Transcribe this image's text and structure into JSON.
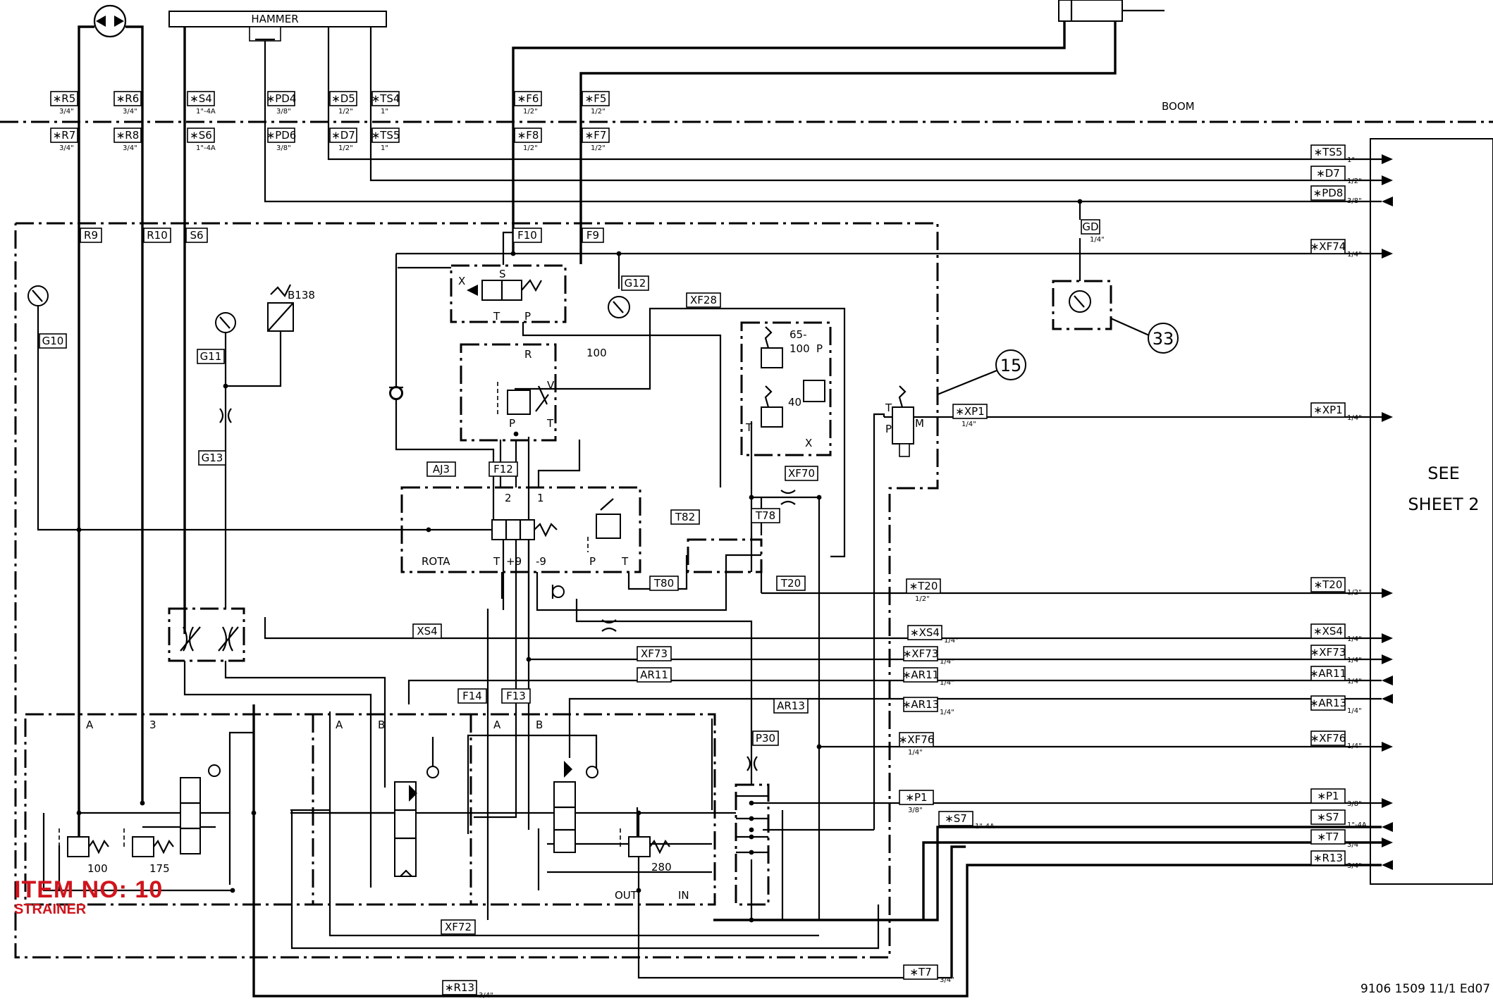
{
  "labels": {
    "hammer": "HAMMER",
    "boom": "BOOM",
    "see_sheet_line1": "SEE",
    "see_sheet_line2": "SHEET 2",
    "rota": "ROTA",
    "strainer_item": "ITEM NO: 10",
    "strainer_label": "STRAINER",
    "doc_number": "9106 1509 11/1 Ed07"
  },
  "top_ports": [
    {
      "label": "∗R5",
      "size": "3/4\""
    },
    {
      "label": "∗R6",
      "size": "3/4\""
    },
    {
      "label": "∗S4",
      "size": "1\"-4A"
    },
    {
      "label": "∗PD4",
      "size": "3/8\""
    },
    {
      "label": "∗D5",
      "size": "1/2\""
    },
    {
      "label": "∗TS4",
      "size": "1\""
    },
    {
      "label": "∗F6",
      "size": "1/2\""
    },
    {
      "label": "∗F5",
      "size": "1/2\""
    },
    {
      "label": "∗R7",
      "size": "3/4\""
    },
    {
      "label": "∗R8",
      "size": "3/4\""
    },
    {
      "label": "∗S6",
      "size": "1\"-4A"
    },
    {
      "label": "∗PD6",
      "size": "3/8\""
    },
    {
      "label": "∗D7",
      "size": "1/2\""
    },
    {
      "label": "∗TS5",
      "size": "1\""
    },
    {
      "label": "∗F8",
      "size": "1/2\""
    },
    {
      "label": "∗F7",
      "size": "1/2\""
    }
  ],
  "right_ports": [
    {
      "label": "∗TS5",
      "size": "1\""
    },
    {
      "label": "∗D7",
      "size": "1/2\""
    },
    {
      "label": "∗PD8",
      "size": "3/8\""
    },
    {
      "label": "∗XF74",
      "size": "1/4\""
    },
    {
      "label": "∗XP1",
      "size": "1/4\""
    },
    {
      "label": "∗T20",
      "size": "1/2\""
    },
    {
      "label": "∗XS4",
      "size": "1/4\""
    },
    {
      "label": "∗XF73",
      "size": "1/4\""
    },
    {
      "label": "∗AR11",
      "size": "1/4\""
    },
    {
      "label": "∗AR13",
      "size": "1/4\""
    },
    {
      "label": "∗XF76",
      "size": "1/4\""
    },
    {
      "label": "∗P1",
      "size": "3/8\""
    },
    {
      "label": "∗S7",
      "size": "1\"-4A"
    },
    {
      "label": "∗T7",
      "size": "3/4\""
    },
    {
      "label": "∗R13",
      "size": "3/4\""
    }
  ],
  "mid_ports": [
    {
      "label": "∗XP1",
      "size": "1/4\""
    },
    {
      "label": "∗T20",
      "size": "1/2\""
    },
    {
      "label": "∗XS4",
      "size": "1/4\""
    },
    {
      "label": "∗XF73",
      "size": "1/4\""
    },
    {
      "label": "∗AR11",
      "size": "1/4\""
    },
    {
      "label": "∗AR13",
      "size": "1/4\""
    },
    {
      "label": "∗XF76",
      "size": "1/4\""
    },
    {
      "label": "∗P1",
      "size": "3/8\""
    },
    {
      "label": "∗S7",
      "size": "1\"-4A"
    },
    {
      "label": "∗T7",
      "size": "3/4\""
    },
    {
      "label": "∗R13",
      "size": "3/4\""
    },
    {
      "label": "GD",
      "size": "1/4\""
    }
  ],
  "line_tags": [
    "R9",
    "R10",
    "S6",
    "F10",
    "F9",
    "G10",
    "G11",
    "G12",
    "G13",
    "XF28",
    "AJ3",
    "F12",
    "T82",
    "T78",
    "XF70",
    "T80",
    "T20",
    "XS4",
    "XF73",
    "AR11",
    "AR13",
    "F14",
    "F13",
    "P30",
    "XF72"
  ],
  "callouts": [
    "15",
    "33"
  ],
  "component_values": {
    "b138": "B138",
    "v100": "100",
    "v65": "65-",
    "v65b": "100",
    "v40": "40",
    "r100": "100",
    "r175": "175",
    "r280": "280",
    "p9": "+9",
    "m9": "-9"
  },
  "port_letters": {
    "x": "X",
    "s": "S",
    "t": "T",
    "p": "P",
    "r": "R",
    "v": "V",
    "m": "M",
    "a": "A",
    "b": "B",
    "three": "3",
    "one": "1",
    "two": "2",
    "out": "OUT",
    "in": "IN"
  }
}
